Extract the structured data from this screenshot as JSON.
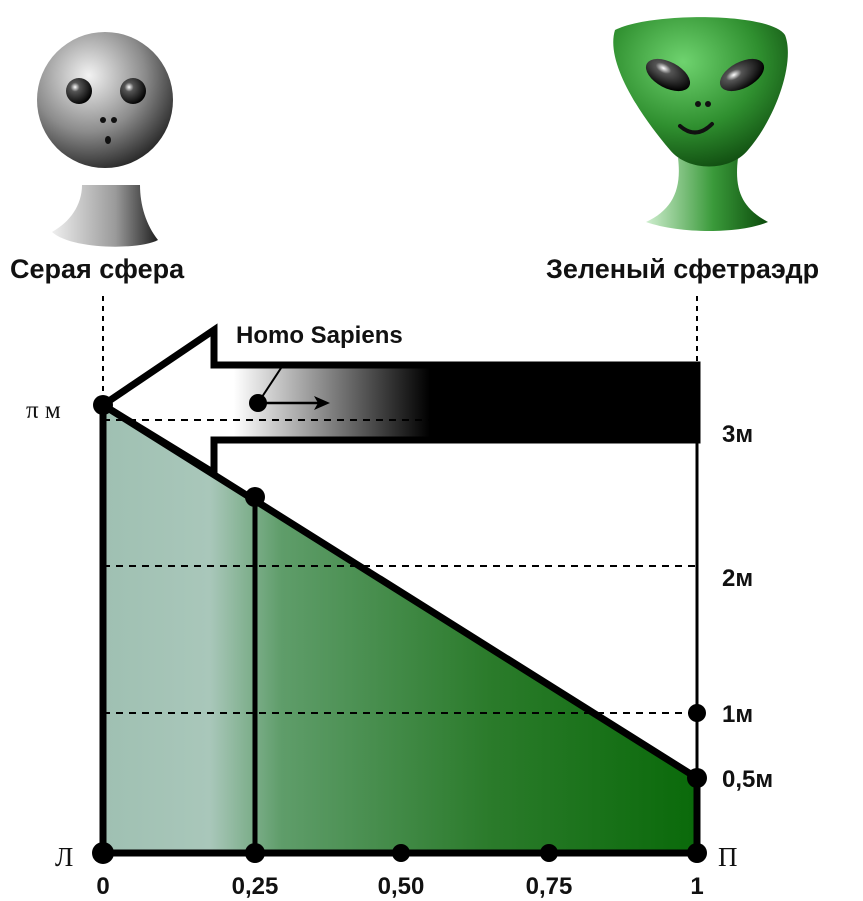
{
  "figure": {
    "left_creature": {
      "caption": "Серая сфера",
      "icon": "gray-sphere-alien-icon"
    },
    "right_creature": {
      "caption": "Зеленый сфетраэдр",
      "icon": "green-alien-icon"
    },
    "arrow_label": "Homo Sapiens",
    "corner_labels": {
      "top_left": "π м",
      "bottom_left": "Л",
      "bottom_right": "П"
    },
    "x_ticks": [
      "0",
      "0,25",
      "0,50",
      "0,75",
      "1"
    ],
    "right_levels": [
      "3м",
      "2м",
      "1м",
      "0,5м"
    ],
    "colors": {
      "fill_left": "#9fc0b2",
      "fill_right": "#0a6a0a",
      "outline": "#000000",
      "gray_alien": "#8a8a8a",
      "green_alien": "#2f8f2f"
    }
  }
}
